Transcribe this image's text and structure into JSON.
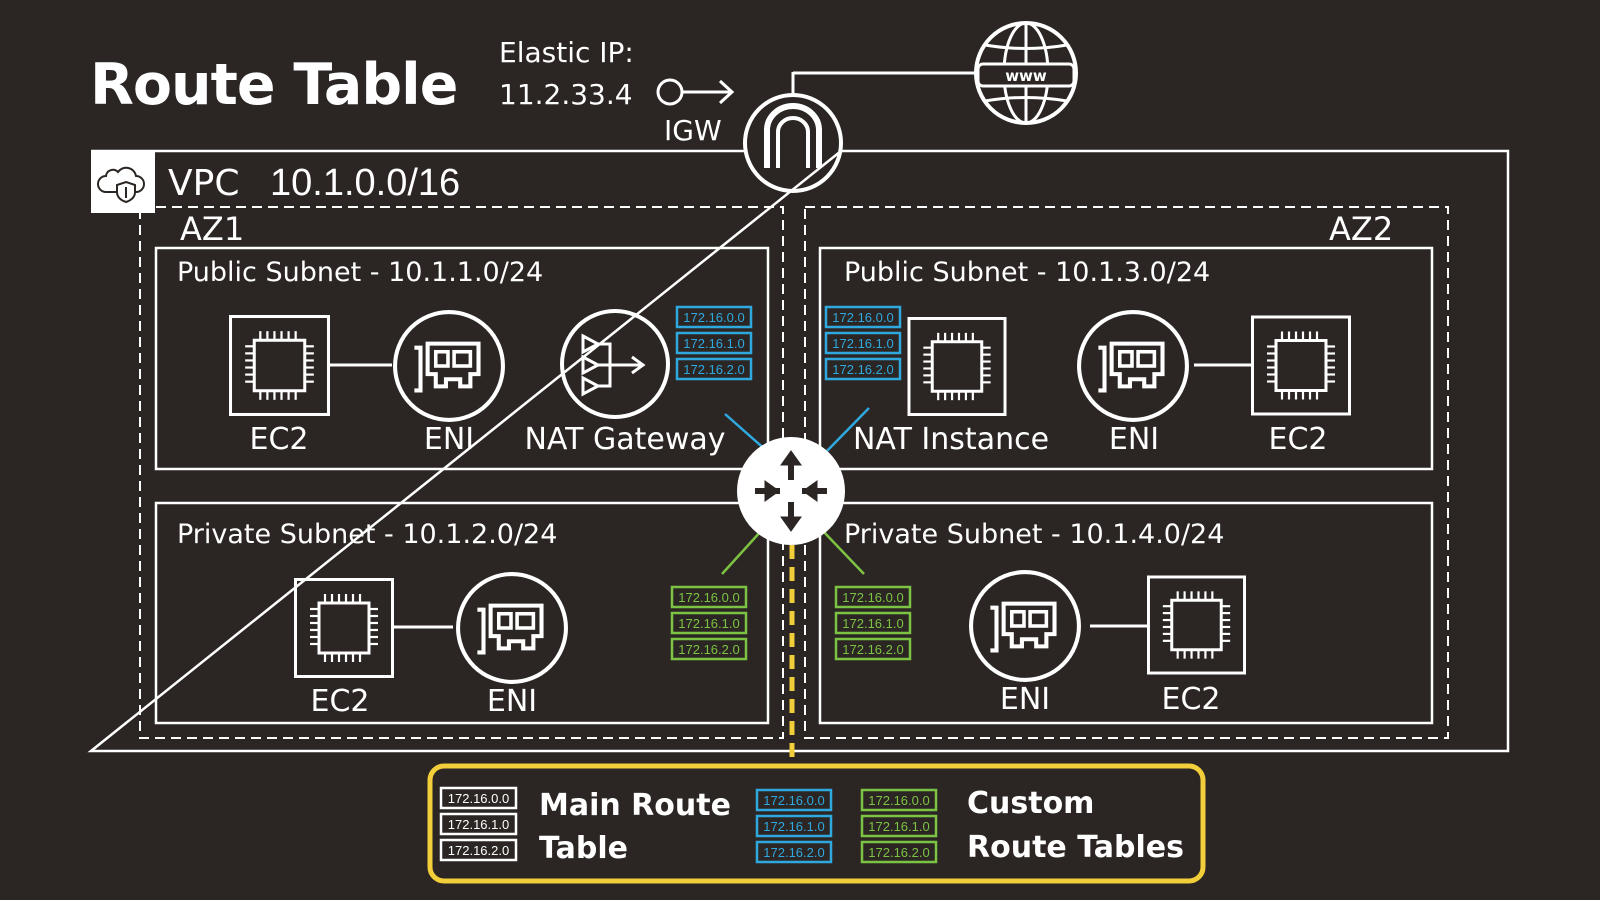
{
  "title": "Route Table",
  "elastic_ip": {
    "label": "Elastic IP:",
    "address": "11.2.33.4"
  },
  "igw": {
    "label": "IGW"
  },
  "internet": {
    "label": "www"
  },
  "vpc": {
    "prefix": "VPC",
    "cidr": "10.1.0.0/16"
  },
  "az1": {
    "label": "AZ1"
  },
  "az2": {
    "label": "AZ2"
  },
  "subnets": {
    "public1": {
      "label": "Public Subnet - 10.1.1.0/24"
    },
    "public2": {
      "label": "Public Subnet - 10.1.3.0/24"
    },
    "private1": {
      "label": "Private Subnet - 10.1.2.0/24"
    },
    "private2": {
      "label": "Private Subnet - 10.1.4.0/24"
    }
  },
  "nodes": {
    "ec2": "EC2",
    "eni": "ENI",
    "nat_gateway": "NAT Gateway",
    "nat_instance": "NAT Instance"
  },
  "routes": [
    "172.16.0.0",
    "172.16.1.0",
    "172.16.2.0"
  ],
  "legend": {
    "main_line1": "Main Route",
    "main_line2": "Table",
    "custom_line1": "Custom",
    "custom_line2": "Route Tables"
  },
  "colors": {
    "background": "#2b2623",
    "foreground": "#ffffff",
    "public_route": "#2fa8e0",
    "private_route": "#7cc343",
    "main_route_link": "#f2cf3a"
  },
  "icons": [
    "cloud-shield-icon",
    "internet-gateway-icon",
    "globe-icon",
    "elastic-ip-icon",
    "router-icon",
    "chip-icon",
    "network-card-icon",
    "nat-gateway-icon",
    "route-table-icon"
  ]
}
